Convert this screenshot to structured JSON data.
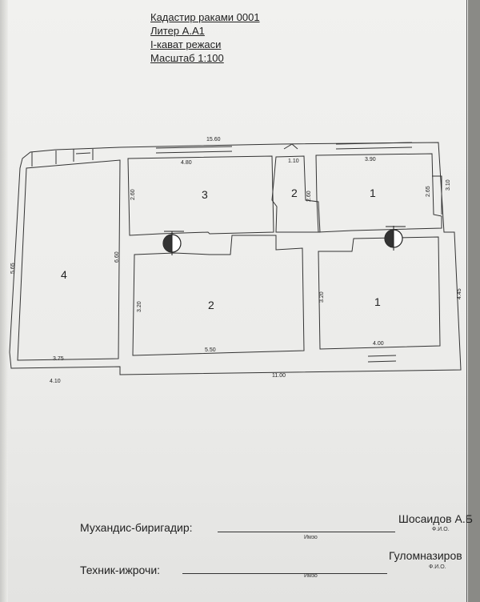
{
  "title": {
    "line1": "Кадастир раками 0001",
    "line2": "Литер А.А1",
    "line3": "I-кават режаси",
    "line4": "Масштаб 1:100"
  },
  "rooms": {
    "r4": "4",
    "r3": "3",
    "r2_top": "2",
    "r1_top": "1",
    "r2_bottom": "2",
    "r1_bottom": "1"
  },
  "dimensions": {
    "overall_top": "15.60",
    "room3_width": "4.80",
    "corridor_width": "1.10",
    "room1_top_width": "3.90",
    "room3_height": "2.60",
    "corridor_height": "2.60",
    "room1_top_height": "2.65",
    "right_side_upper": "3.10",
    "left_building_height": "6.60",
    "room4_height": "5.65",
    "room4_width": "3.75",
    "left_total": "4.10",
    "room2_height": "3.20",
    "room2_width": "5.50",
    "room1_bottom_height": "3.20",
    "room1_bottom_width": "4.00",
    "overall_bottom": "11.00",
    "right_side_total": "4.45"
  },
  "signatures": {
    "engineer_label": "Мухандис-биригадир:",
    "engineer_name": "Шосаидов А.Б",
    "engineer_sign_caption": "Имзо",
    "engineer_name_caption": "Ф.И.О.",
    "technician_label": "Техник-ижрочи:",
    "technician_name": "Гуломназиров",
    "technician_sign_caption": "Имзо",
    "technician_name_caption": "Ф.И.О."
  }
}
